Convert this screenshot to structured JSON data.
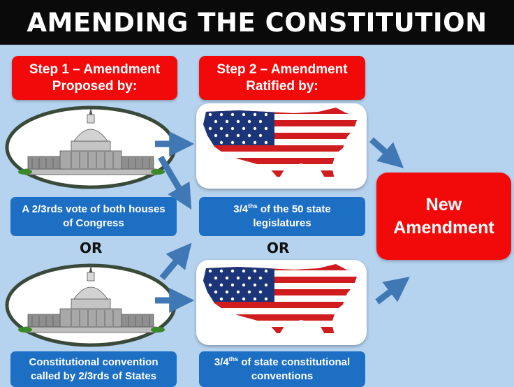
{
  "title": "AMENDING THE CONSTITUTION",
  "step1": {
    "line1": "Step 1 – Amendment",
    "line2": "Proposed by:"
  },
  "step2": {
    "line1": "Step 2 – Amendment",
    "line2": "Ratified by:"
  },
  "propose_congress": {
    "line1": "A 2/3rds vote of both houses",
    "line2": "of Congress"
  },
  "propose_convention": {
    "line1": "Constitutional convention",
    "line2": "called by 2/3rds of States"
  },
  "ratify_legislatures": {
    "pre": "3/4",
    "sup": "ths",
    "post": " of the 50 state",
    "line2": "legislatures"
  },
  "ratify_conventions": {
    "pre": "3/4",
    "sup": "ths",
    "post": " of state constitutional",
    "line2": "conventions"
  },
  "or_label": "OR",
  "result": {
    "line1": "New",
    "line2": "Amendment"
  },
  "colors": {
    "red": "#f20a0a",
    "blue": "#1d6fc4",
    "background": "#b5d2ee",
    "arrow": "#3f78b4"
  }
}
